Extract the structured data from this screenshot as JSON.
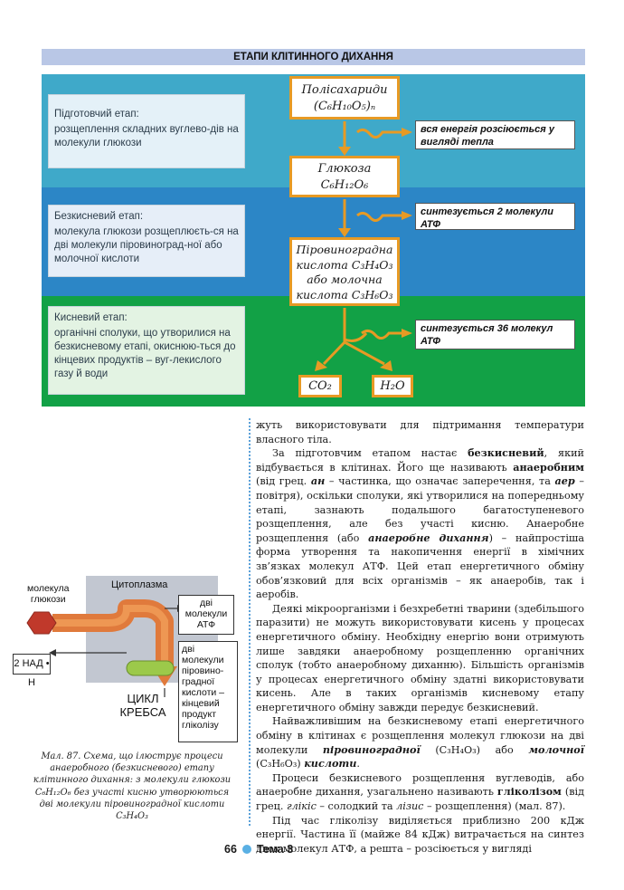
{
  "title": "ЕТАПИ КЛІТИННОГО ДИХАННЯ",
  "stages": {
    "prep": {
      "title": "Підготовчий етап:",
      "text": "розщеплення складних вуглево-дів на молекули глюкози"
    },
    "anaer": {
      "title": "Безкисневий етап:",
      "text": "молекула глюкози розщеплюєть-ся на дві молекули піровиноград-ної або молочної кислоти"
    },
    "oxy": {
      "title": "Кисневий етап:",
      "text": "органічні сполуки, що утворилися на безкисневому етапі, окиснюю-ться до кінцевих продуктів – вуг-лекислого газу й води"
    }
  },
  "substances": {
    "poly_1": "Полісахариди",
    "poly_2": "(C₆H₁₀O₅)ₙ",
    "gluc_1": "Глюкоза",
    "gluc_2": "C₆H₁₂O₆",
    "pyr_1": "Піровиноградна",
    "pyr_2": "кислота C₃H₄O₃",
    "pyr_3": "або молочна",
    "pyr_4": "кислота C₃H₆O₃",
    "co2": "CO₂",
    "h2o": "H₂O"
  },
  "energy": {
    "heat": "вся енергія розсіюється у вигляді тепла",
    "atp2": "синтезується 2 молекули АТФ",
    "atp36": "синтезується 36 молекул АТФ"
  },
  "figure": {
    "cytoplasm": "Цитоплазма",
    "glucose_label_1": "молекула",
    "glucose_label_2": "глюкози",
    "two_atp_1": "дві",
    "two_atp_2": "молекули",
    "two_atp_3": "АТФ",
    "nad": "2 НАД • Н",
    "pyruvate_1": "дві",
    "pyruvate_2": "молекули",
    "pyruvate_3": "піровино-",
    "pyruvate_4": "градної",
    "pyruvate_5": "кислоти –",
    "pyruvate_6": "кінцевий",
    "pyruvate_7": "продукт",
    "pyruvate_8": "гліколізу",
    "krebs_1": "ЦИКЛ",
    "krebs_2": "КРЕБСА",
    "caption": "Мал. 87. Схема, що ілюструє процеси анаеробного (безкисневого) етапу клітинного дихання: з молекули глюкози C₆H₁₂O₆ без участі кисню утворюються дві молекули піровиноградної кислоти C₃H₄O₃"
  },
  "body": {
    "p0": "жуть використовувати для підтримання температури власного тіла.",
    "p1_a": "За підготовчим етапом настає ",
    "p1_b": "безкисневий",
    "p1_c": ", який відбувається в клітинах. Його ще називають ",
    "p1_d": "анаеробним",
    "p1_e": " (від грец. ",
    "p1_f": "ан",
    "p1_g": " – частинка, що означає заперечення, та ",
    "p1_h": "аер",
    "p1_i": " – повітря), оскільки сполуки, які утворилися на попередньому етапі, зазнають подальшого багатоступеневого розщеплення, але без участі кисню. Анаеробне розщеплення (або ",
    "p1_j": "анаеробне дихання",
    "p1_k": ") – найпростіша форма утворення та накопичення енергії в хімічних зв’язках молекул АТФ. Цей етап енергетичного обміну обов’язковий для всіх організмів – як анаеробів, так і аеробів.",
    "p2": "Деякі мікроорганізми і безхребетні тварини (здебільшого паразити) не можуть використовувати кисень у процесах енергетичного обміну. Необхідну енергію вони отримують лише завдяки анаеробному розщепленню органічних сполук (тобто анаеробному диханню). Більшість організмів у процесах енергетичного обміну здатні використовувати кисень. Але в таких організмів кисневому етапу енергетичного обміну завжди передує безкисневий.",
    "p3_a": "Найважливішим на безкисневому етапі енергетичного обміну в клітинах є розщеплення молекул глюкози на дві молекули ",
    "p3_b": "піровиноградної",
    "p3_c": " (C₃H₄O₃) або ",
    "p3_d": "молочної",
    "p3_e": " (C₃H₆O₃) ",
    "p3_f": "кислоти",
    "p3_g": ".",
    "p4_a": "Процеси безкисневого розщеплення вуглеводів, або анаеробне дихання, узагальнено називають ",
    "p4_b": "гліколізом",
    "p4_c": " (від грец. ",
    "p4_d": "глікіс",
    "p4_e": " – солодкий та ",
    "p4_f": "лізис",
    "p4_g": " – розщеплення) (мал. 87).",
    "p5": "Під час гліколізу виділяється приблизно 200 кДж енергії. Частина її (майже 84 кДж) витрачається на синтез двох молекул АТФ, а решта – розсіюється у вигляді"
  },
  "footer": {
    "page": "66",
    "topic": "Тема 3"
  },
  "colors": {
    "prep": "#3fa9c9",
    "anaer": "#2c86c6",
    "oxy": "#12a146",
    "border": "#e79a24",
    "title_bar": "#b9c7e6"
  }
}
